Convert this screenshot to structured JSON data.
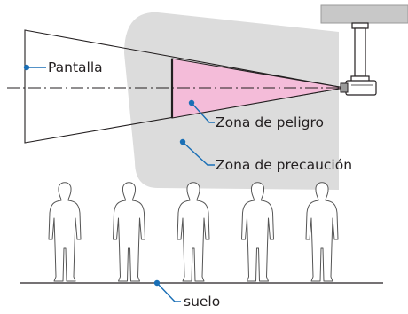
{
  "labels": {
    "screen": "Pantalla",
    "danger_zone": "Zona de peligro",
    "caution_zone": "Zona de precaución",
    "floor": "suelo"
  },
  "colors": {
    "caution_zone_fill": "#dcdcdc",
    "danger_zone_fill": "#f4bcd9",
    "ceiling_fill": "#c8c8c8",
    "callout_line": "#1a6fb6",
    "outline": "#231f20"
  },
  "figures": {
    "count": 5
  }
}
